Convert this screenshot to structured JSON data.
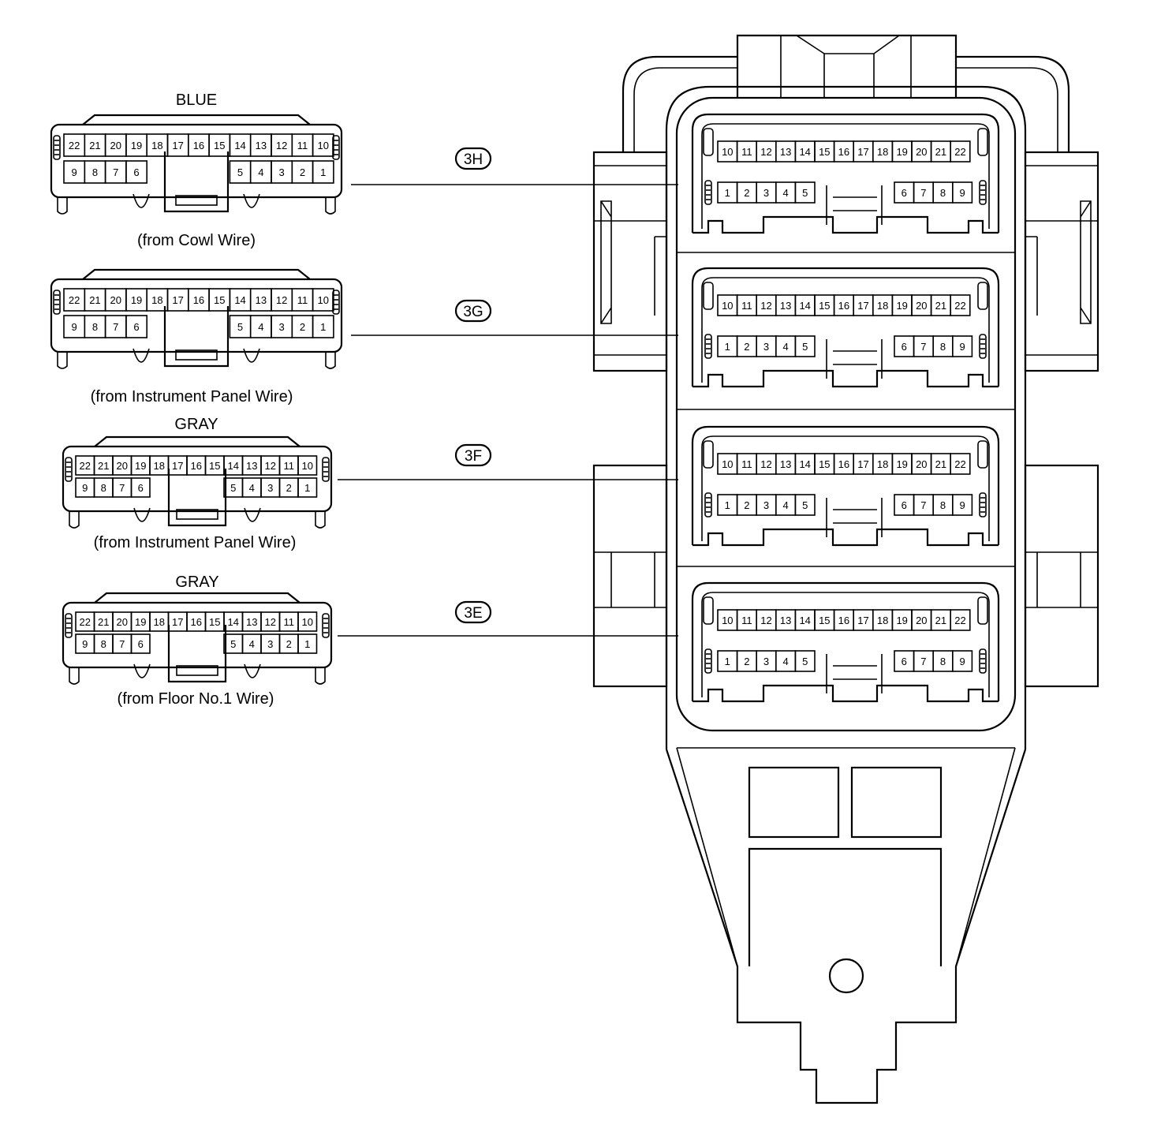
{
  "connectors": [
    {
      "id": "3H",
      "color": "BLUE",
      "source": "(from Cowl Wire)"
    },
    {
      "id": "3G",
      "color": "",
      "source": "(from Instrument Panel Wire)"
    },
    {
      "id": "3F",
      "color": "GRAY",
      "source": "(from Instrument Panel Wire)"
    },
    {
      "id": "3E",
      "color": "GRAY",
      "source": "(from Floor No.1 Wire)"
    }
  ],
  "left_pins": {
    "top": [
      "22",
      "21",
      "20",
      "19",
      "18",
      "17",
      "16",
      "15",
      "14",
      "13",
      "12",
      "11",
      "10"
    ],
    "bottom_left": [
      "9",
      "8",
      "7",
      "6"
    ],
    "bottom_right": [
      "5",
      "4",
      "3",
      "2",
      "1"
    ]
  },
  "block_pins": {
    "top": [
      "10",
      "11",
      "12",
      "13",
      "14",
      "15",
      "16",
      "17",
      "18",
      "19",
      "20",
      "21",
      "22"
    ],
    "bottom_left": [
      "1",
      "2",
      "3",
      "4",
      "5"
    ],
    "bottom_right": [
      "6",
      "7",
      "8",
      "9"
    ]
  }
}
